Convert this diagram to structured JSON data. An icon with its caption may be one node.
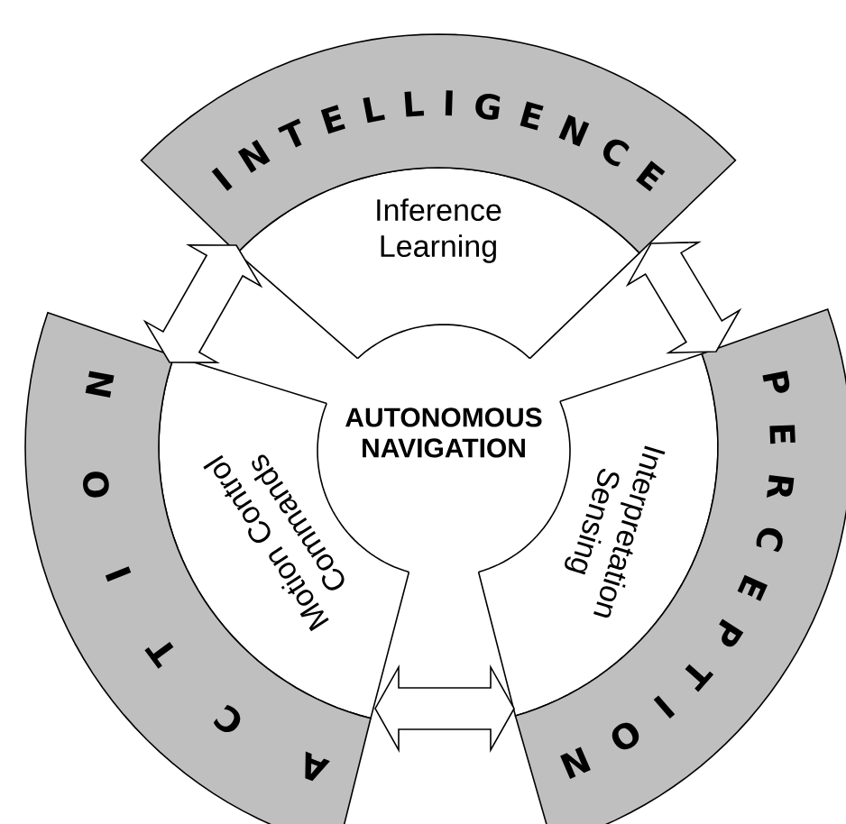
{
  "diagram": {
    "nodes": [
      {
        "text": [
          "AUTONOMOUS NAVIGATION"
        ]
      },
      {
        "text": [
          "INTELLIGENCE",
          "Inference Learning"
        ]
      },
      {
        "text": [
          "PERCEPTION",
          "Interpretation Sensing"
        ]
      },
      {
        "text": [
          "ACTION",
          "Motion Control Commands"
        ]
      }
    ],
    "edges": [
      {
        "from": 3,
        "to": 1,
        "arrow": "both"
      },
      {
        "from": 1,
        "to": 2,
        "arrow": "both"
      },
      {
        "from": 3,
        "to": 2,
        "arrow": "both"
      }
    ]
  }
}
